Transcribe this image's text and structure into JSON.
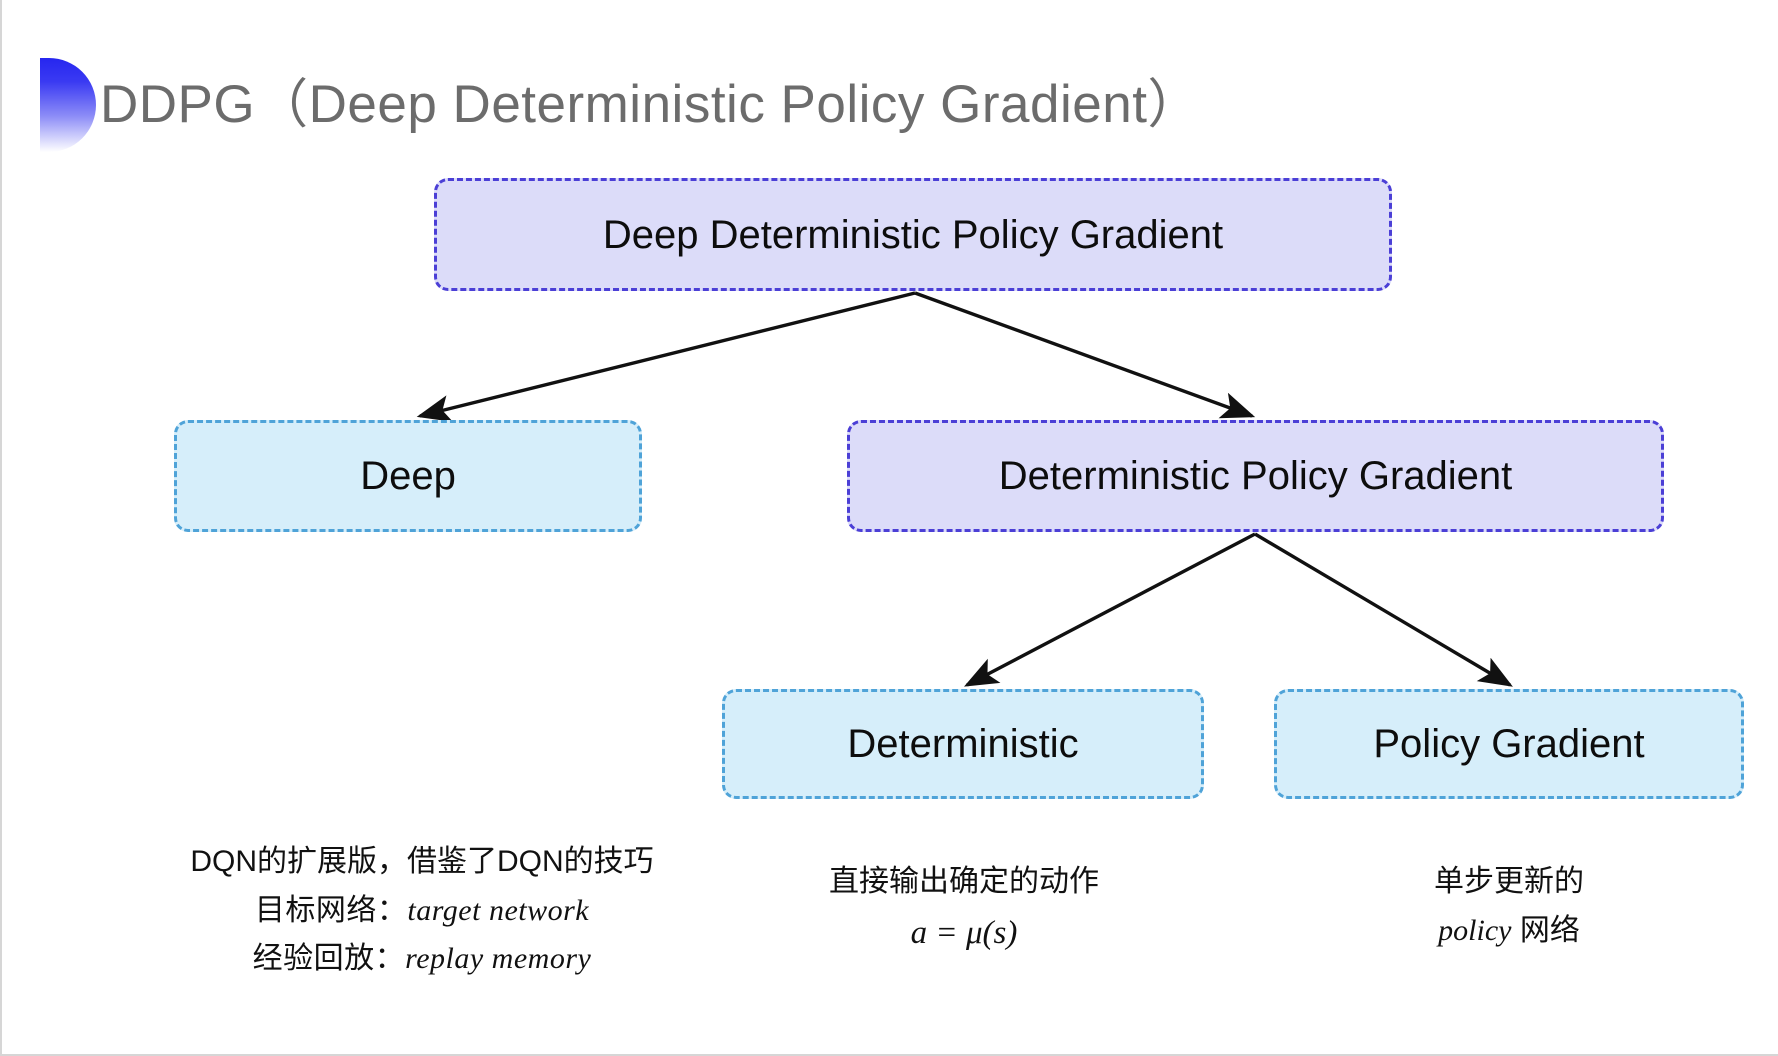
{
  "slide": {
    "title": "DDPG（Deep Deterministic Policy Gradient）",
    "background_color": "#ffffff",
    "accent_color": "#2626f0"
  },
  "diagram": {
    "type": "tree",
    "colors": {
      "purple_fill": "#dcdcf9",
      "purple_border": "#4b3fd6",
      "cyan_fill": "#d6eefa",
      "cyan_border": "#4fa3d8",
      "arrow": "#111111"
    },
    "nodes": [
      {
        "id": "root",
        "label": "Deep Deterministic Policy Gradient",
        "style": "purple"
      },
      {
        "id": "deep",
        "label": "Deep",
        "style": "cyan"
      },
      {
        "id": "dpg",
        "label": "Deterministic Policy Gradient",
        "style": "purple"
      },
      {
        "id": "deterministic",
        "label": "Deterministic",
        "style": "cyan"
      },
      {
        "id": "policy_gradient",
        "label": "Policy Gradient",
        "style": "cyan"
      }
    ],
    "edges": [
      {
        "from": "root",
        "to": "deep"
      },
      {
        "from": "root",
        "to": "dpg"
      },
      {
        "from": "dpg",
        "to": "deterministic"
      },
      {
        "from": "dpg",
        "to": "policy_gradient"
      }
    ]
  },
  "captions": {
    "deep": {
      "line1": "DQN的扩展版，借鉴了DQN的技巧",
      "line2_label": "目标网络：",
      "line2_term": "target network",
      "line3_label": "经验回放：",
      "line3_term": "replay memory"
    },
    "deterministic": {
      "line1": "直接输出确定的动作",
      "formula": "a = μ(s)"
    },
    "policy_gradient": {
      "line1": "单步更新的",
      "line2_term": "policy",
      "line2_rest": " 网络"
    }
  }
}
